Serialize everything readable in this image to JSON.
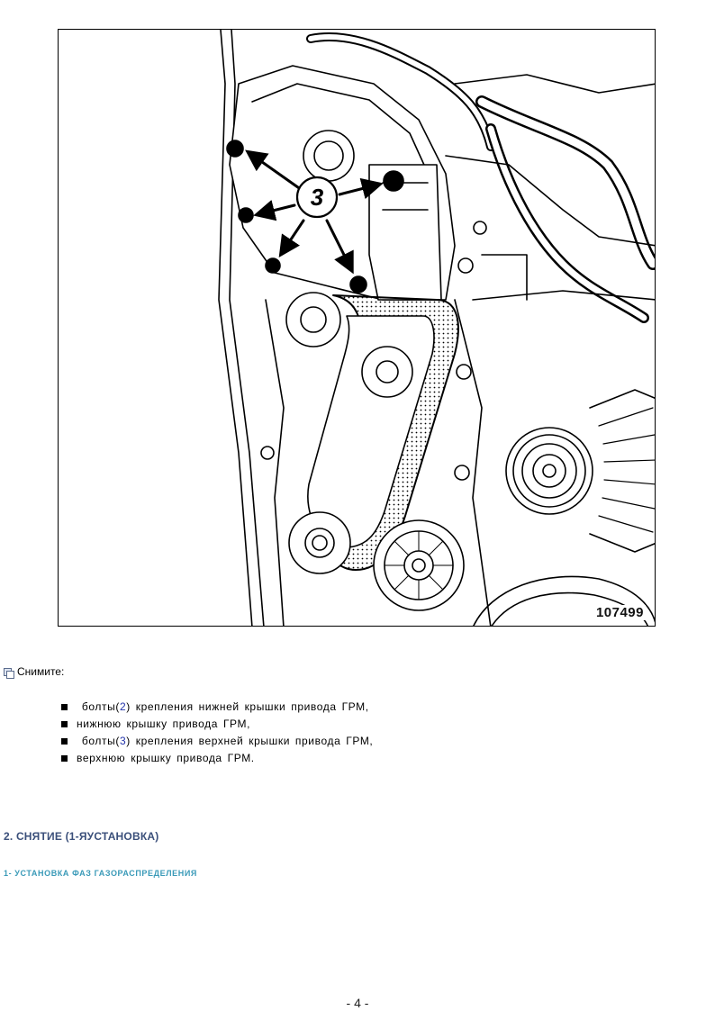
{
  "figure": {
    "callout_label": "3",
    "number": "107499"
  },
  "instructions": {
    "intro": "Снимите:",
    "items": [
      {
        "pre": " болты(",
        "ref": "2",
        "post": ") крепления нижней крышки привода ГРМ,"
      },
      {
        "pre": "нижнюю крышку привода ГРМ,",
        "ref": "",
        "post": ""
      },
      {
        "pre": " болты(",
        "ref": "3",
        "post": ") крепления верхней крышки привода ГРМ,"
      },
      {
        "pre": "верхнюю крышку привода ГРМ.",
        "ref": "",
        "post": ""
      }
    ]
  },
  "section": {
    "title": "2. СНЯТИЕ (1-ЯУСТАНОВКА)",
    "subtitle": "1- УСТАНОВКА ФАЗ ГАЗОРАСПРЕДЕЛЕНИЯ"
  },
  "footer": {
    "page_number": "- 4 -"
  },
  "colors": {
    "section_title": "#3a4f7a",
    "subsection_title": "#3a9ab8",
    "reference_number": "#2233aa"
  },
  "icons": {
    "intro": "document-icon",
    "bullet": "square-bullet-icon"
  }
}
